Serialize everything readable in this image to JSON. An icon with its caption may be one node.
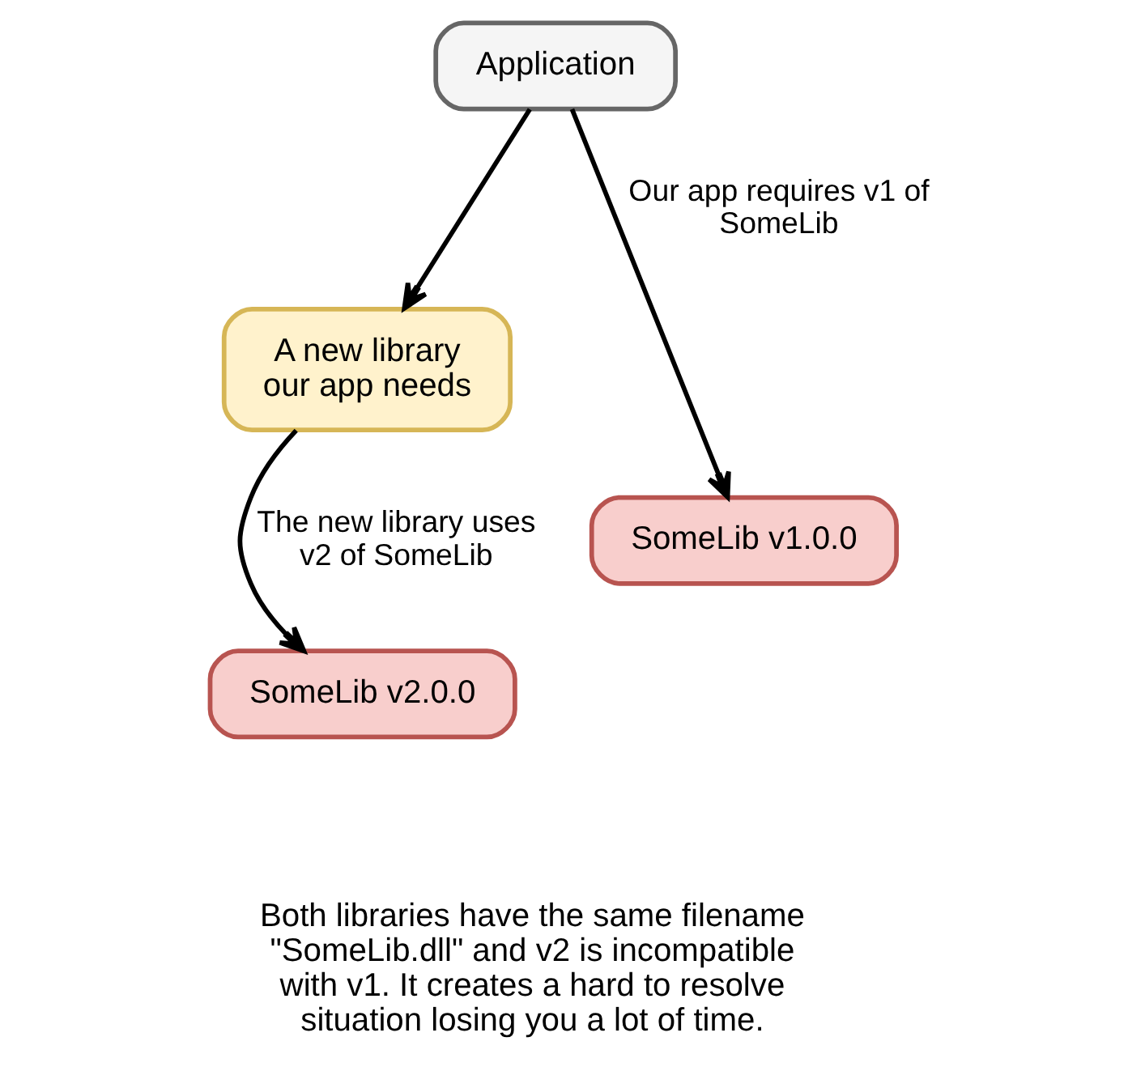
{
  "diagram": {
    "nodes": [
      {
        "text": [
          "Application"
        ]
      },
      {
        "text": [
          "A new library our app needs"
        ]
      },
      {
        "text": [
          "SomeLib v1.0.0"
        ]
      },
      {
        "text": [
          "SomeLib v2.0.0"
        ]
      }
    ],
    "edges": [
      {
        "from": 0,
        "to": 2,
        "arrow": "to",
        "label": "Our app requires v1 of SomeLib"
      },
      {
        "from": 0,
        "to": 1,
        "arrow": "to"
      },
      {
        "from": 1,
        "to": 3,
        "arrow": "to",
        "label": "The new library uses v2 of SomeLib"
      }
    ],
    "labels": [
      "Both libraries have the same filename \"SomeLib.dll\" and v2 is incompatible with v1. It creates a hard to resolve situation losing you a lot of time."
    ]
  }
}
